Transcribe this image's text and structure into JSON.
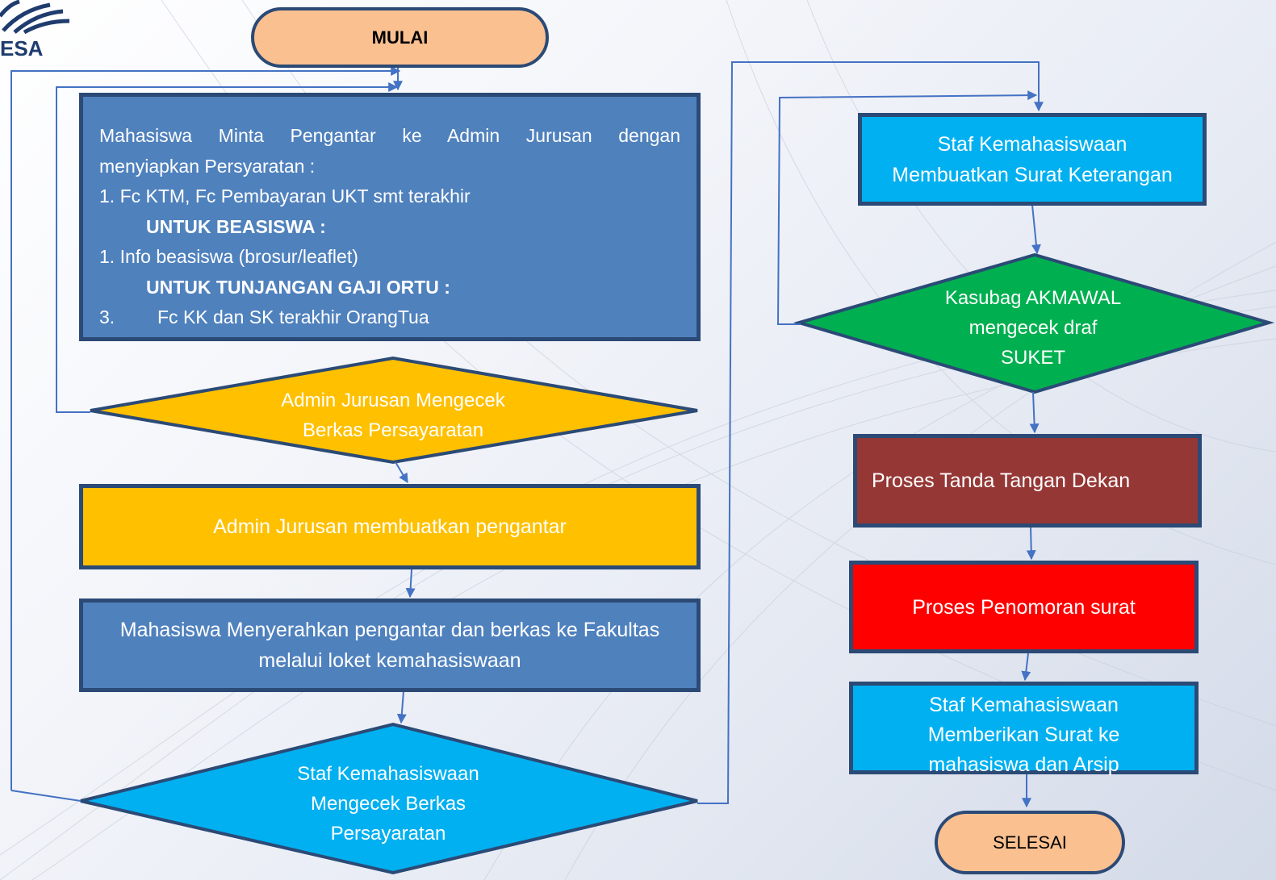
{
  "logo": {
    "text": "ESA"
  },
  "colors": {
    "connector": "#4472c4",
    "border": "#2b4a76",
    "terminal_fill": "#fac090",
    "process_blue": "#4f81bd",
    "process_cyan": "#00b0f0",
    "decision_gold": "#ffc000",
    "decision_green": "#00b050",
    "process_maroon": "#953735",
    "process_red": "#ff0000"
  },
  "flow": {
    "start": "MULAI",
    "requirements": {
      "intro_line1": "Mahasiswa Minta Pengantar ke Admin Jurusan dengan",
      "intro_line2": "menyiapkan Persyaratan :",
      "item_general": "1. Fc KTM, Fc Pembayaran UKT smt terakhir",
      "heading_beasiswa": "UNTUK BEASISWA :",
      "item_beasiswa": "1. Info beasiswa (brosur/leaflet)",
      "heading_tunjangan": "UNTUK TUNJANGAN GAJI ORTU :",
      "item_tunjangan_num": "3.",
      "item_tunjangan_text": "Fc KK dan SK terakhir OrangTua"
    },
    "check_admin": {
      "line1": "Admin Jurusan Mengecek",
      "line2": "Berkas Persayaratan"
    },
    "make_pengantar": "Admin Jurusan membuatkan pengantar",
    "submit": {
      "line1": "Mahasiswa Menyerahkan pengantar  dan berkas ke Fakultas",
      "line2": "melalui loket kemahasiswaan"
    },
    "check_staff": {
      "line1": "Staf Kemahasiswaan",
      "line2": "Mengecek Berkas",
      "line3": "Persayaratan"
    },
    "make_suket": {
      "line1": "Staf Kemahasiswaan",
      "line2": "Membuatkan Surat  Keterangan"
    },
    "check_kasubag": {
      "line1": "Kasubag AKMAWAL",
      "line2": "mengecek draf",
      "line3": "SUKET"
    },
    "sign": "Proses Tanda Tangan Dekan",
    "numbering": "Proses Penomoran surat",
    "deliver": {
      "line1": "Staf Kemahasiswaan",
      "line2": "Memberikan Surat ke",
      "line3": "mahasiswa dan Arsip"
    },
    "end": "SELESAI"
  }
}
